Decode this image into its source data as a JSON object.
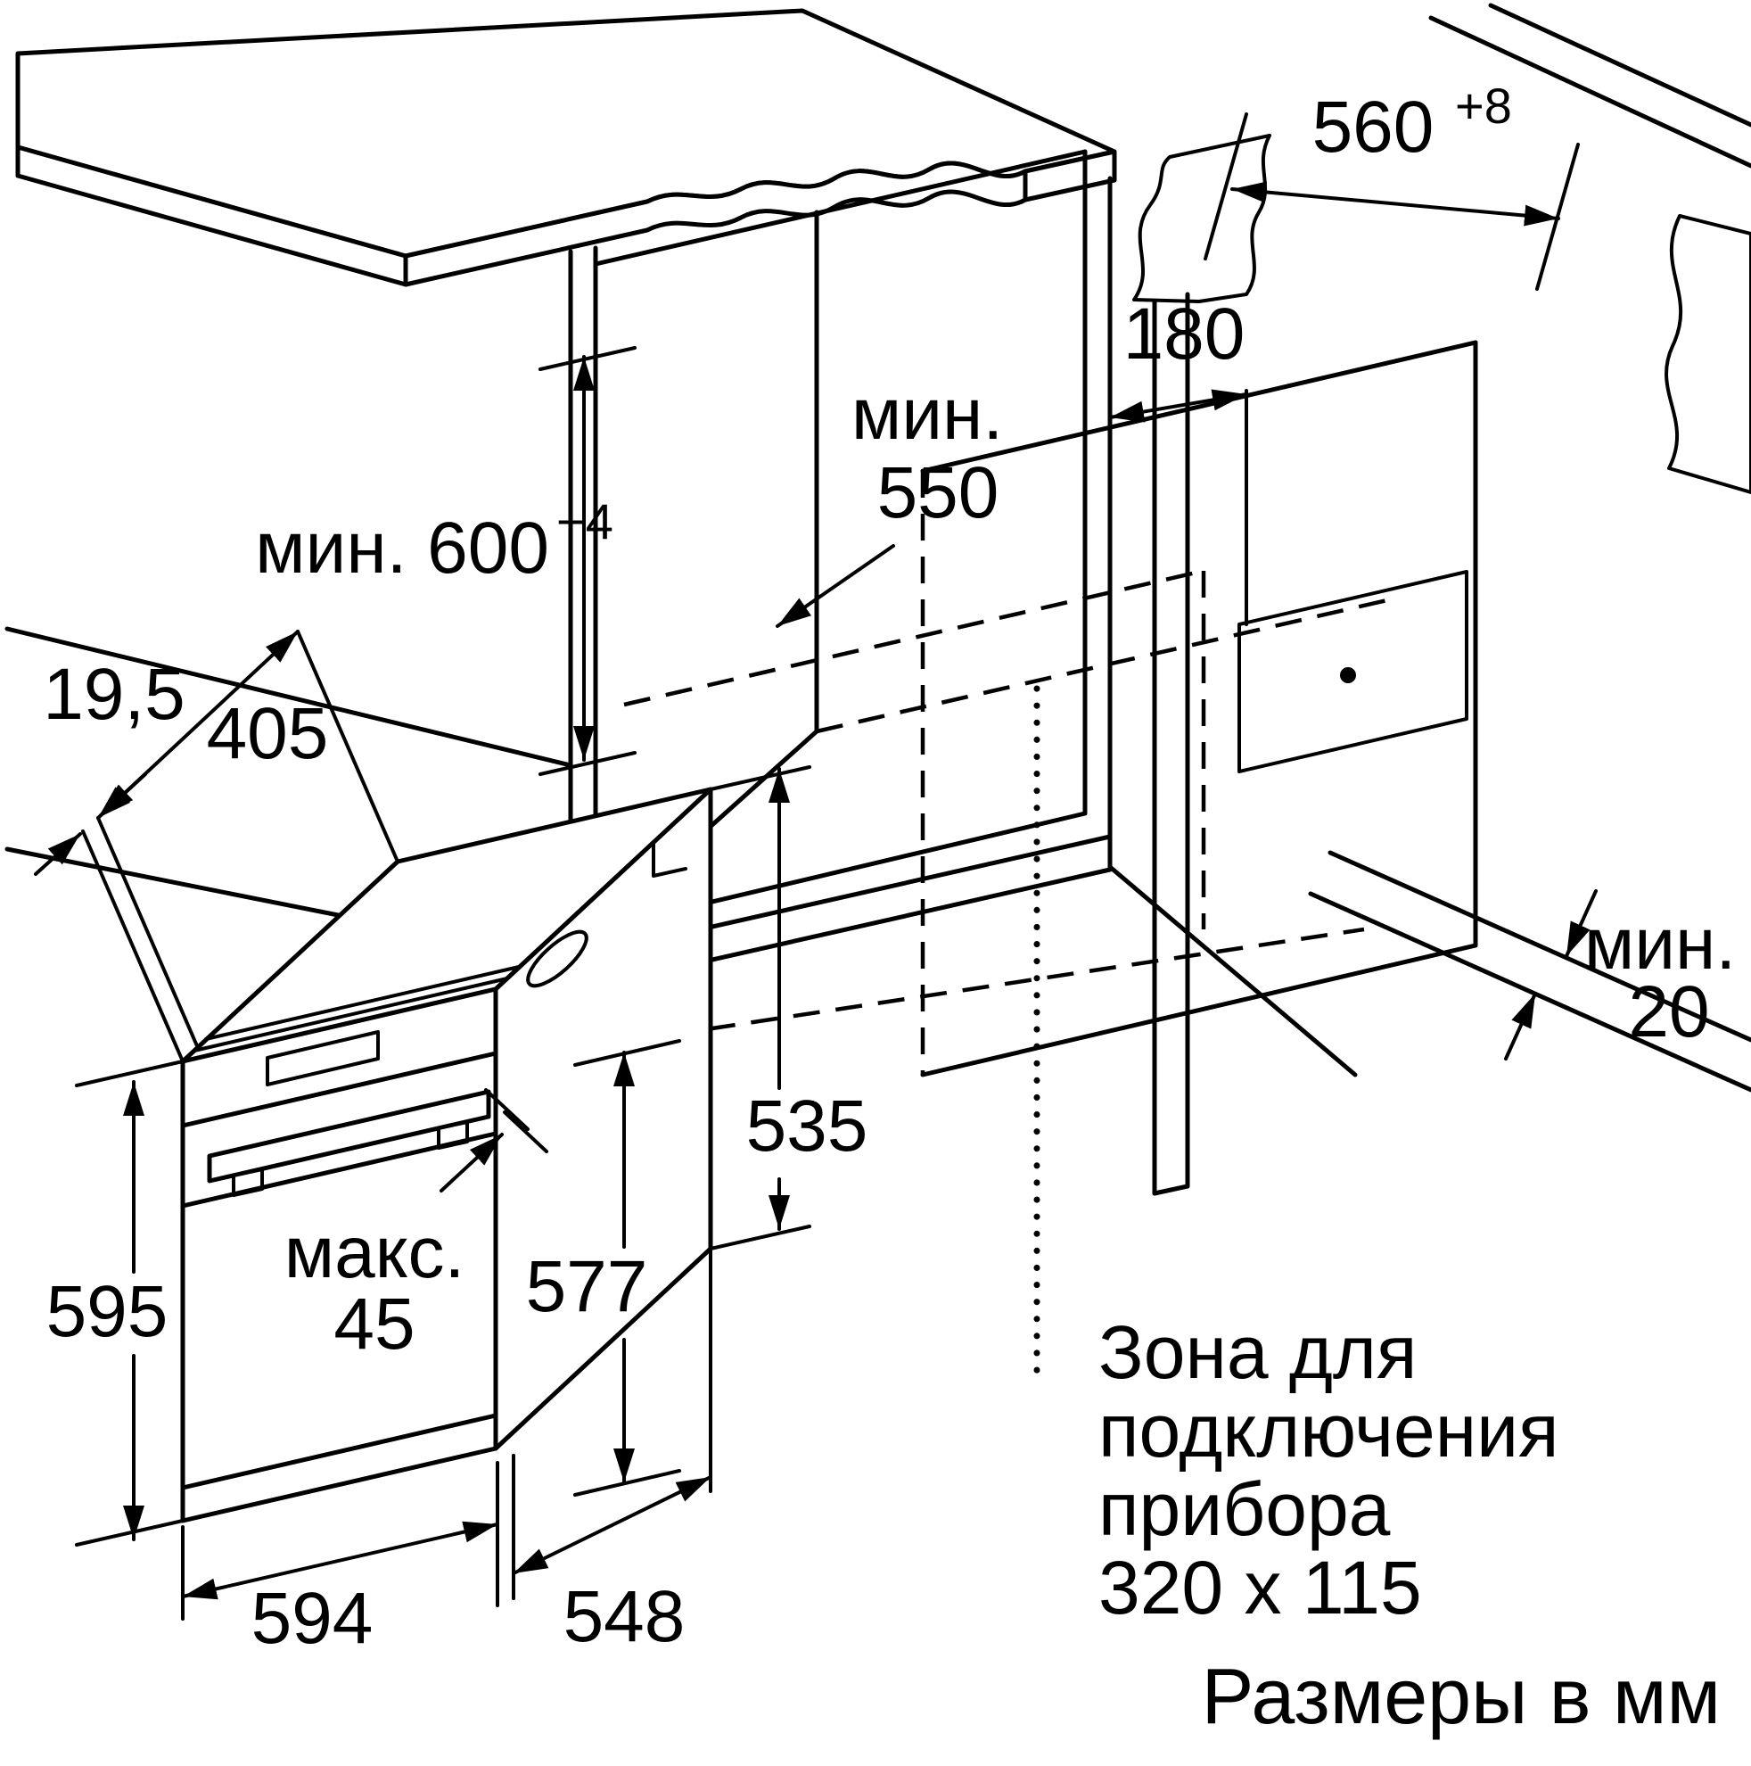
{
  "dims": {
    "niche_width": {
      "value": "560",
      "tol": "+8"
    },
    "top_clearance": "180",
    "min_depth": {
      "line1": "мин.",
      "line2": "550"
    },
    "min_height": {
      "value": "мин. 600",
      "tol": "+4"
    },
    "rear_gap": {
      "line1": "мин.",
      "line2": "20"
    },
    "oven_top_frame": "19,5",
    "oven_top_depth": "405",
    "oven_height": "595",
    "handle_depth": {
      "line1": "макс.",
      "line2": "45"
    },
    "oven_door_height": "577",
    "oven_body_height": "535",
    "oven_width": "594",
    "oven_body_depth": "548"
  },
  "connection_zone": {
    "line1": "Зона для",
    "line2": "подключения",
    "line3": "прибора",
    "line4": "320 x 115"
  },
  "units_note": "Размеры в мм",
  "colors": {
    "line": "#000000",
    "surface": "#ececec",
    "torn": "#e4e4e4",
    "background": "#ffffff"
  }
}
